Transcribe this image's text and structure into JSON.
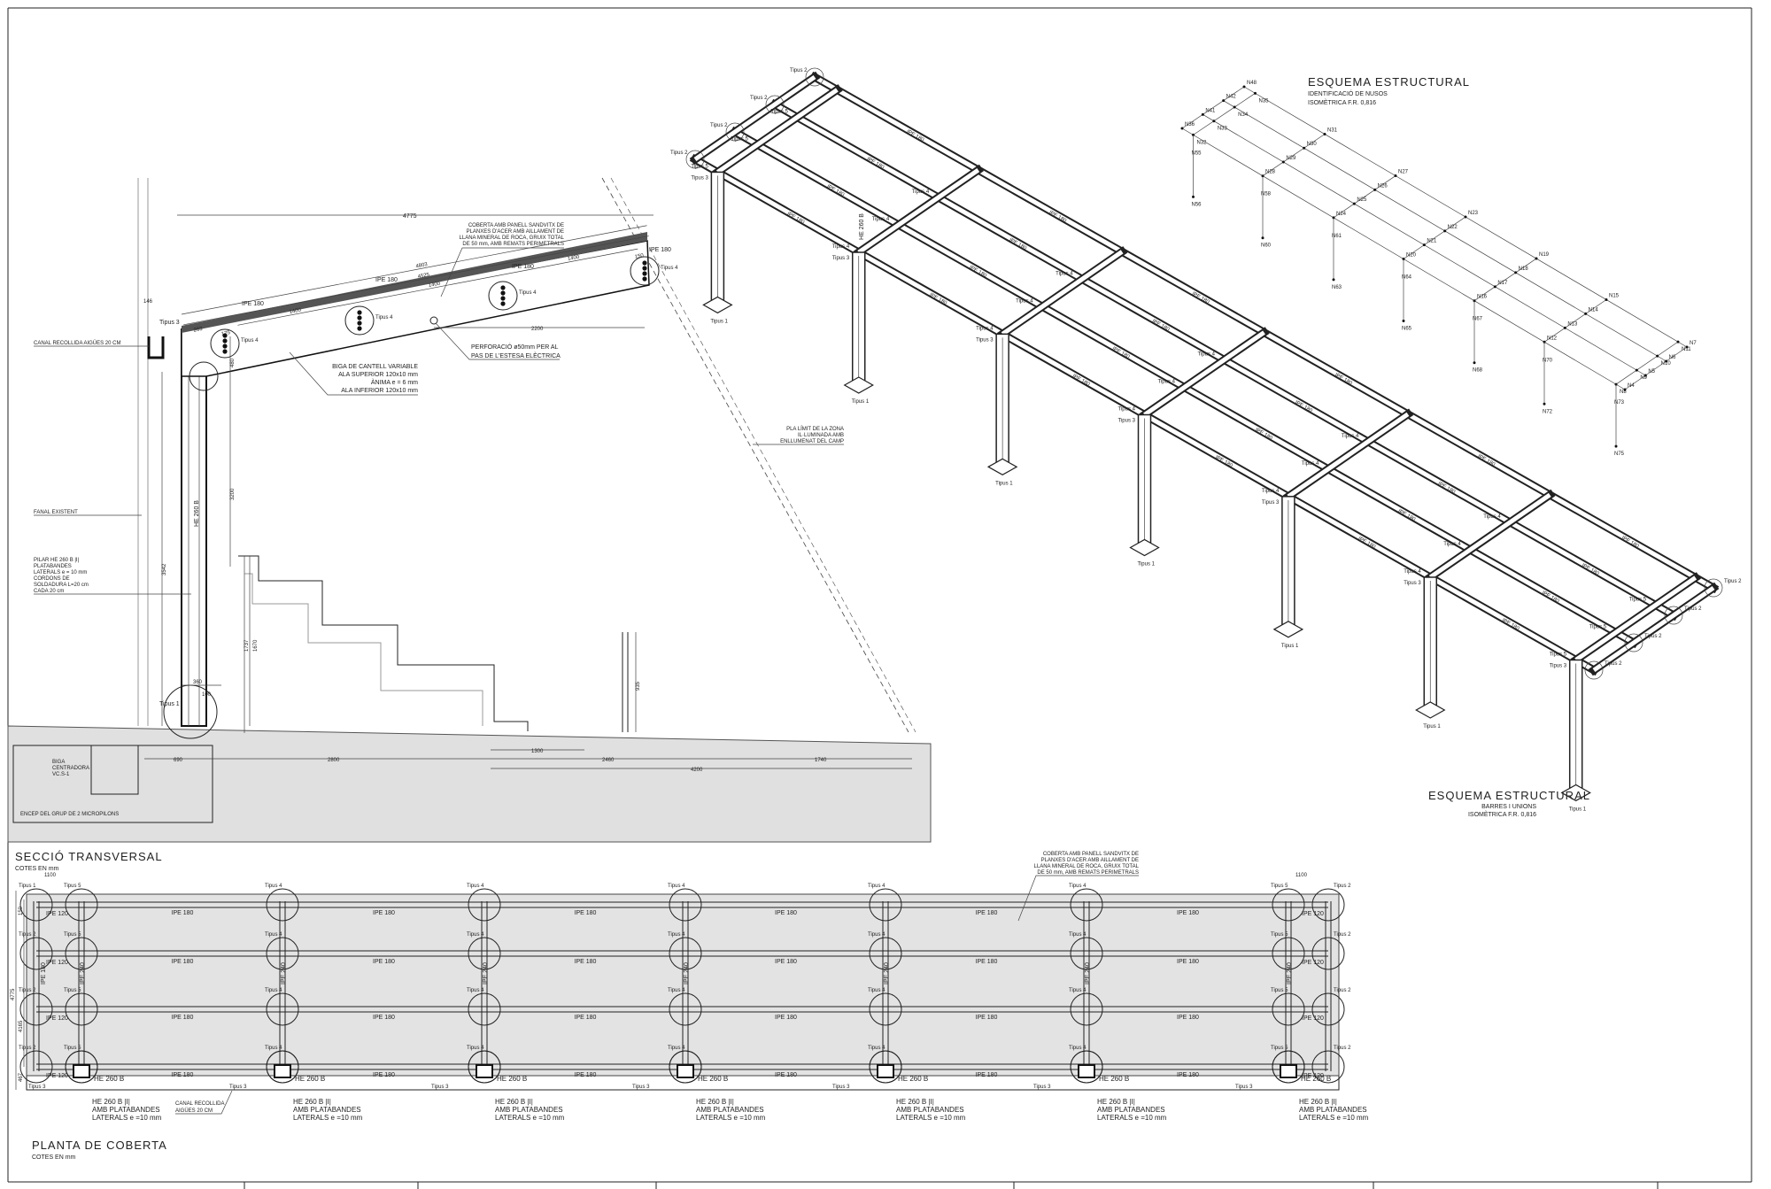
{
  "section": {
    "title": "SECCIÓ TRANSVERSAL",
    "units": "COTES EN mm",
    "roof_note": [
      "COBERTA AMB PANELL SANDVITX DE",
      "PLANXES D'ACER AMB AILLAMENT DE",
      "LLANA MINERAL DE ROCA, GRUIX TOTAL",
      "DE 50 mm, AMB REMATS PERIMETRALS"
    ],
    "gutter_note": "CANAL RECOLLIDA AIGÜES 20 CM",
    "beam_note": [
      "BIGA DE CANTELL VARIABLE",
      "ALA SUPERIOR 120x10 mm",
      "ÀNIMA e = 6 mm",
      "ALA INFERIOR 120x10 mm"
    ],
    "hole_note": [
      "PERFORACIÓ ø50mm PER AL",
      "PAS DE L'ESTESA ELÈCTRICA"
    ],
    "lamp_note": "FANAL EXISTENT",
    "pillar_note": [
      "PILAR HE 260 B |I|",
      "PLATABANDES",
      "LATERALS e = 10 mm",
      "CORDONS DE",
      "SOLDADURA L=20 cm",
      "CADA 20 cm"
    ],
    "centering_note": [
      "BIGA",
      "CENTRADORA",
      "VC.S-1"
    ],
    "pilecap_note": "ENCEP DEL GRUP DE 2 MICROPILONS",
    "limit_note": [
      "PLA LÍMIT DE LA ZONA",
      "IL·LUMINADA AMB",
      "ENLLUMENAT DEL CAMP"
    ],
    "profile_ipe": "IPE 180",
    "profile_column": "HE 260 B",
    "tipus": {
      "t1": "Tipus 1",
      "t3": "Tipus 3",
      "t4": "Tipus 4"
    },
    "dims": {
      "total": "4775",
      "d4803": "4803",
      "d4525": "4525",
      "d1400": "1400",
      "d263": "263",
      "d175": "175",
      "d150": "150",
      "d146": "146",
      "d2200": "2200",
      "d480": "480",
      "d3200": "3200",
      "d3542": "3542",
      "d360": "360",
      "d100": "100",
      "d1737": "1737",
      "d1670": "1670",
      "d935": "935",
      "d690": "690",
      "d2800": "2800",
      "d1300": "1300",
      "d2460": "2460",
      "d1740": "1740",
      "d4200": "4200"
    }
  },
  "iso_bars": {
    "title": "ESQUEMA ESTRUCTURAL",
    "subtitle": "BARRES I UNIONS",
    "scale": "ISOMÈTRICA F.R. 0,816",
    "beam_label": "IPE 180",
    "column_label": "HE 260 B",
    "tipus": [
      "Tipus 1",
      "Tipus 2",
      "Tipus 3",
      "Tipus 4",
      "Tipus 5"
    ]
  },
  "iso_nodes": {
    "title": "ESQUEMA ESTRUCTURAL",
    "subtitle": "IDENTIFICACIÓ DE NUSOS",
    "scale": "ISOMÈTRICA F.R. 0,816",
    "nodes": [
      "N48",
      "N42",
      "N41",
      "N36",
      "N35",
      "N34",
      "N33",
      "N32",
      "N31",
      "N30",
      "N29",
      "N28",
      "N27",
      "N26",
      "N25",
      "N24",
      "N23",
      "N22",
      "N21",
      "N20",
      "N19",
      "N18",
      "N17",
      "N16",
      "N15",
      "N14",
      "N13",
      "N12",
      "N11",
      "N10",
      "N9",
      "N8",
      "N7",
      "N6",
      "N5",
      "N4",
      "N3",
      "N2",
      "N1"
    ],
    "column_nodes": [
      "N55",
      "N56",
      "N58",
      "N60",
      "N61",
      "N63",
      "N64",
      "N65",
      "N67",
      "N68",
      "N70",
      "N72",
      "N73",
      "N75"
    ]
  },
  "plan": {
    "title": "PLANTA DE COBERTA",
    "units": "COTES EN mm",
    "roof_note": [
      "COBERTA AMB PANELL SANDVITX DE",
      "PLANXES D'ACER AMB AILLAMENT DE",
      "LLANA MINERAL DE ROCA, GRUIX TOTAL",
      "DE 50 mm, AMB REMATS PERIMETRALS"
    ],
    "beam_main": "IPE 180",
    "beam_edge": "IPE 120",
    "beam_cross": "IPE 240",
    "column": "HE 260 B",
    "column_note": [
      "HE 260 B |I|",
      "AMB PLATABANDES",
      "LATERALS e =10 mm"
    ],
    "gutter_note": [
      "CANAL RECOLLIDA",
      "AIGÜES 20 CM"
    ],
    "tipus": {
      "t1": "Tipus 1",
      "t2": "Tipus 2",
      "t3": "Tipus 3",
      "t4": "Tipus 4",
      "t5": "Tipus 5"
    },
    "dims": {
      "d1100": "1100",
      "d4775": "4775",
      "d4165": "4165",
      "d467": "467",
      "d150": "150"
    }
  },
  "colors": {
    "ground": "#e0e0e0",
    "roof": "#e3e3e3",
    "line": "#222222"
  }
}
